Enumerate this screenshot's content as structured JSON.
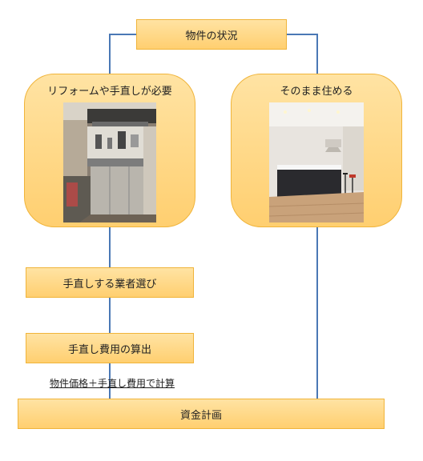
{
  "top_box": {
    "label": "物件の状況"
  },
  "left_panel": {
    "title": "リフォームや手直しが必要",
    "photo_icon": "old-kitchen-photo"
  },
  "right_panel": {
    "title": "そのまま住める",
    "photo_icon": "new-kitchen-photo"
  },
  "step1": {
    "label": "手直しする業者選び"
  },
  "step2": {
    "label": "手直し費用の算出"
  },
  "note": {
    "text": "物件価格＋手直し費用で計算"
  },
  "bottom_box": {
    "label": "資金計画"
  },
  "colors": {
    "box_fill": "#ffd47e",
    "box_border": "#f0b43a",
    "connector": "#4a78b5"
  }
}
